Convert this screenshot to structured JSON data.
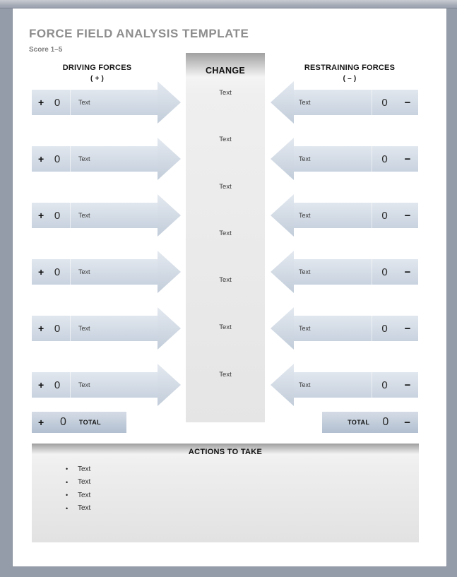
{
  "document": {
    "title": "FORCE FIELD ANALYSIS TEMPLATE",
    "score_note": "Score 1–5"
  },
  "driving": {
    "header": "DRIVING FORCES",
    "sign": "( + )",
    "rows": [
      {
        "plus": "+",
        "score": "0",
        "label": "Text"
      },
      {
        "plus": "+",
        "score": "0",
        "label": "Text"
      },
      {
        "plus": "+",
        "score": "0",
        "label": "Text"
      },
      {
        "plus": "+",
        "score": "0",
        "label": "Text"
      },
      {
        "plus": "+",
        "score": "0",
        "label": "Text"
      },
      {
        "plus": "+",
        "score": "0",
        "label": "Text"
      }
    ],
    "total": {
      "plus": "+",
      "score": "0",
      "label": "TOTAL"
    }
  },
  "change": {
    "header": "CHANGE",
    "items": [
      "Text",
      "Text",
      "Text",
      "Text",
      "Text",
      "Text",
      "Text"
    ]
  },
  "restraining": {
    "header": "RESTRAINING FORCES",
    "sign": "( – )",
    "rows": [
      {
        "label": "Text",
        "score": "0",
        "minus": "−"
      },
      {
        "label": "Text",
        "score": "0",
        "minus": "−"
      },
      {
        "label": "Text",
        "score": "0",
        "minus": "−"
      },
      {
        "label": "Text",
        "score": "0",
        "minus": "−"
      },
      {
        "label": "Text",
        "score": "0",
        "minus": "−"
      },
      {
        "label": "Text",
        "score": "0",
        "minus": "−"
      }
    ],
    "total": {
      "label": "TOTAL",
      "score": "0",
      "minus": "−"
    }
  },
  "actions": {
    "header": "ACTIONS TO TAKE",
    "items": [
      "Text",
      "Text",
      "Text",
      "Text"
    ]
  },
  "colors": {
    "canvas_background": "#959ca9",
    "arrow_fill_top": "#e1e7ee",
    "arrow_fill_bottom": "#c8d2df",
    "total_fill_top": "#d5dce6",
    "total_fill_bottom": "#b1bfd0",
    "panel_gray": "#e9e9e9",
    "title_gray": "#8d8d8d"
  }
}
